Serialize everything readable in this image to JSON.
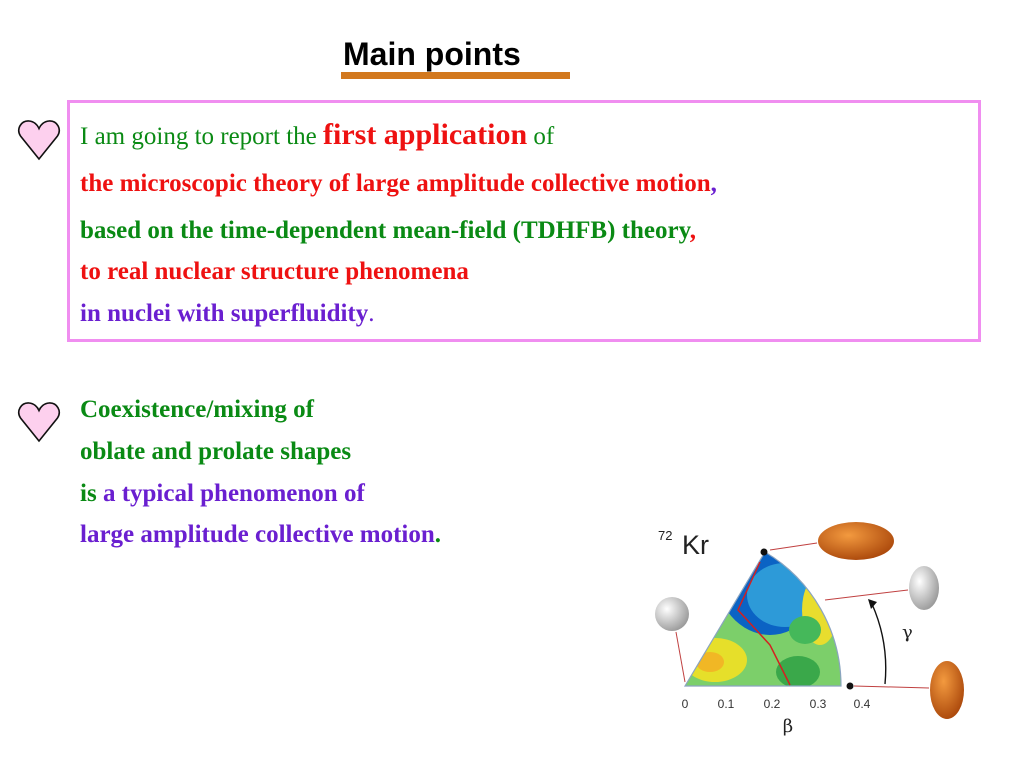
{
  "title": "Main points",
  "point1": {
    "line1": {
      "text": "I am going to report the",
      "emph": "first application",
      "tail": "of"
    },
    "line2": {
      "text": "the microscopic theory of large amplitude collective motion",
      "punct": ","
    },
    "line3": {
      "text": "based on the time-dependent mean-field (TDHFB) theory",
      "punct": ","
    },
    "line4": {
      "text": "to real nuclear structure phenomena"
    },
    "line5": {
      "text": "in nuclei with superfluidity",
      "punct": "."
    }
  },
  "point2": {
    "line1": "Coexistence/mixing of",
    "line2": "oblate and prolate shapes",
    "line3": {
      "prefix": "is",
      "text": "a typical phenomenon of"
    },
    "line4": {
      "text": "large amplitude collective motion",
      "punct": "."
    }
  },
  "diagram": {
    "nucleus_mass": "72",
    "nucleus_symbol": "Kr",
    "gamma_label": "γ",
    "beta_label": "β",
    "beta_ticks": [
      "0",
      "0.1",
      "0.2",
      "0.3",
      "0.4"
    ]
  },
  "colors": {
    "title_underline": "#d2781e",
    "box_border": "#f08ef0",
    "heart_fill": "#fdd0ee",
    "green": "#0a8a14",
    "red": "#ee1111",
    "purple": "#6a1fd0",
    "ellipsoid": "#e06d10"
  }
}
